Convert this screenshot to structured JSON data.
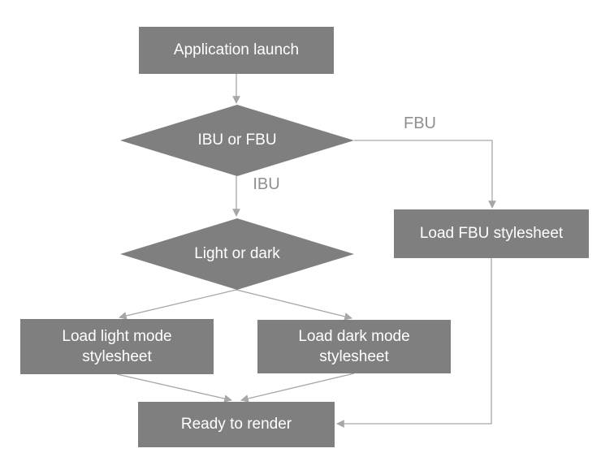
{
  "diagram": {
    "type": "flowchart",
    "nodes": {
      "app_launch": {
        "label": "Application launch",
        "shape": "rectangle"
      },
      "ibu_or_fbu": {
        "label": "IBU or FBU",
        "shape": "decision-diamond"
      },
      "load_fbu": {
        "label": "Load FBU stylesheet",
        "shape": "rectangle"
      },
      "light_or_dark": {
        "label": "Light or dark",
        "shape": "decision-diamond"
      },
      "load_light": {
        "label": "Load light mode stylesheet",
        "shape": "rectangle"
      },
      "load_dark": {
        "label": "Load dark mode stylesheet",
        "shape": "rectangle"
      },
      "ready": {
        "label": "Ready to render",
        "shape": "rectangle"
      }
    },
    "edge_labels": {
      "fbu": "FBU",
      "ibu": "IBU"
    },
    "edges": [
      {
        "from": "app_launch",
        "to": "ibu_or_fbu",
        "label": ""
      },
      {
        "from": "ibu_or_fbu",
        "to": "load_fbu",
        "label": "FBU"
      },
      {
        "from": "ibu_or_fbu",
        "to": "light_or_dark",
        "label": "IBU"
      },
      {
        "from": "light_or_dark",
        "to": "load_light",
        "label": ""
      },
      {
        "from": "light_or_dark",
        "to": "load_dark",
        "label": ""
      },
      {
        "from": "load_light",
        "to": "ready",
        "label": ""
      },
      {
        "from": "load_dark",
        "to": "ready",
        "label": ""
      },
      {
        "from": "load_fbu",
        "to": "ready",
        "label": ""
      }
    ],
    "colors": {
      "background": "#ffffff",
      "node_fill": "#7f7f7f",
      "node_text": "#ffffff",
      "connector": "#a6a6a6",
      "edge_label_text": "#8f8f8f"
    }
  }
}
